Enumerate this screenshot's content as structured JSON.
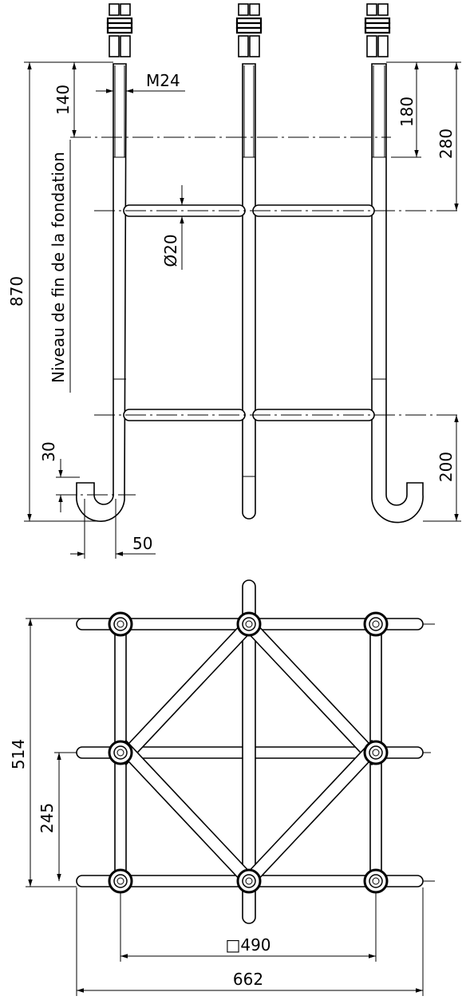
{
  "labels": {
    "thread": "M24",
    "top_thread_length": "140",
    "thread_to_bar": "180",
    "top_to_bar": "280",
    "bar_diameter": "Ø20",
    "total_height": "870",
    "foundation_level": "Niveau de fin de la fondation",
    "hook_offset": "30",
    "bottom_spacing": "200",
    "hook_width": "50",
    "plan_height": "514",
    "plan_half": "245",
    "square": "□490",
    "overall_width": "662"
  }
}
